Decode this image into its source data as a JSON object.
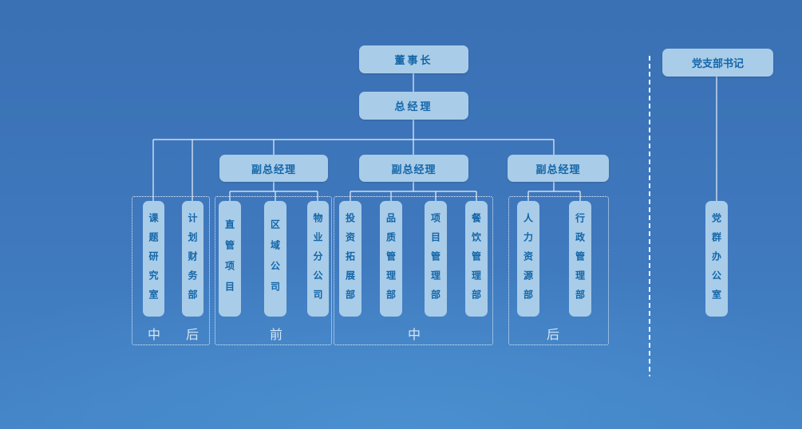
{
  "chairman": "董事长",
  "general_manager": "总经理",
  "party_secretary": "党支部书记",
  "vice_managers": [
    "副总经理",
    "副总经理",
    "副总经理"
  ],
  "departments": {
    "left": [
      "课题研究室",
      "计划财务部"
    ],
    "front": [
      "直管项目",
      "区域公司",
      "物业分公司"
    ],
    "middle": [
      "投资拓展部",
      "品质管理部",
      "项目管理部",
      "餐饮管理部"
    ],
    "back": [
      "人力资源部",
      "行政管理部"
    ],
    "party": "党群办公室"
  },
  "group_labels": {
    "left_a": "中",
    "left_b": "后",
    "front": "前",
    "middle": "中",
    "back": "后"
  },
  "colors": {
    "box_fill": "#a9cce9",
    "box_text": "#1466a8",
    "line": "#e8f1fa"
  }
}
